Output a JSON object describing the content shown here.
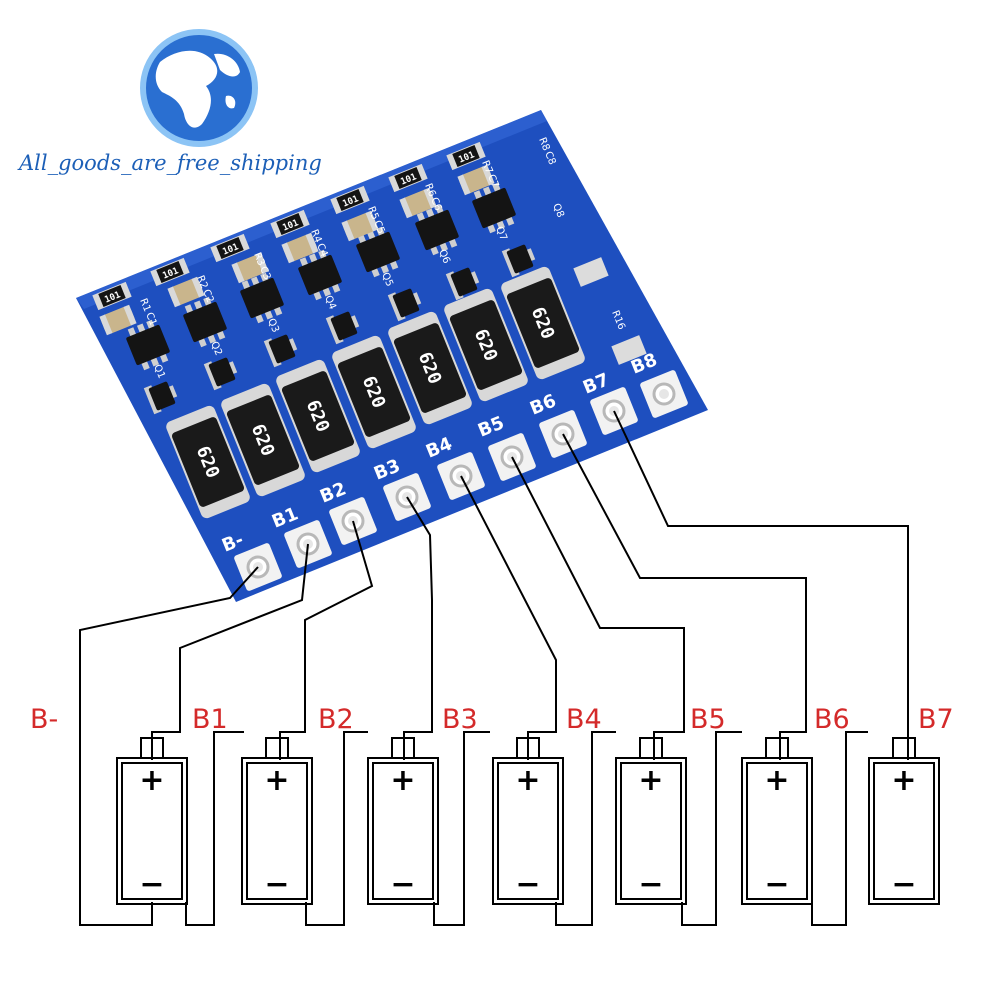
{
  "watermark": {
    "text": "All_goods_are_free_shipping",
    "color": "#1c5fb7"
  },
  "board": {
    "pad_labels": [
      "B-",
      "B1",
      "B2",
      "B3",
      "B4",
      "B5",
      "B6",
      "B7",
      "B8"
    ],
    "shunt_resistor_marking": "620",
    "bleed_resistor_label": "R16",
    "small_resistor_marking": "101",
    "silkscreen": [
      "R1",
      "C1",
      "Q1",
      "R2",
      "C2",
      "Q2",
      "R3",
      "C3",
      "Q3",
      "R4",
      "C4",
      "Q4",
      "R5",
      "C5",
      "Q5",
      "R6",
      "C6",
      "Q6",
      "R7",
      "C7",
      "Q7",
      "R8",
      "C8",
      "Q8"
    ],
    "colors": {
      "pcb": "#1e4fbf",
      "pad": "#f2f2f2",
      "resistor": "#1a1a1a"
    }
  },
  "diagram": {
    "node_labels": [
      "B-",
      "B1",
      "B2",
      "B3",
      "B4",
      "B5",
      "B6",
      "B7"
    ],
    "label_color": "#d42a2a",
    "cell_count": 7,
    "cell_plus": "+",
    "cell_minus": "−"
  }
}
